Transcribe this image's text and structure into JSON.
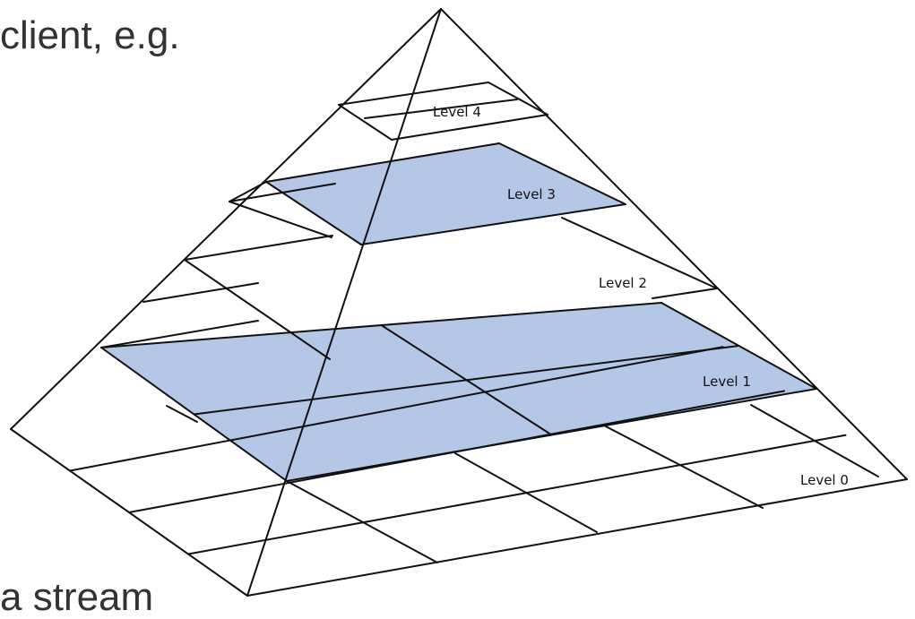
{
  "slide": {
    "text_top": "client, e.g.",
    "text_bottom": "a stream"
  },
  "pyramid": {
    "levels": [
      {
        "label": "Level 4",
        "highlighted": false
      },
      {
        "label": "Level 3",
        "highlighted": true
      },
      {
        "label": "Level 2",
        "highlighted": false
      },
      {
        "label": "Level 1",
        "highlighted": true
      },
      {
        "label": "Level 0",
        "highlighted": false
      }
    ],
    "colors": {
      "highlight_fill": "#b4c7e7",
      "line": "#111111"
    }
  }
}
